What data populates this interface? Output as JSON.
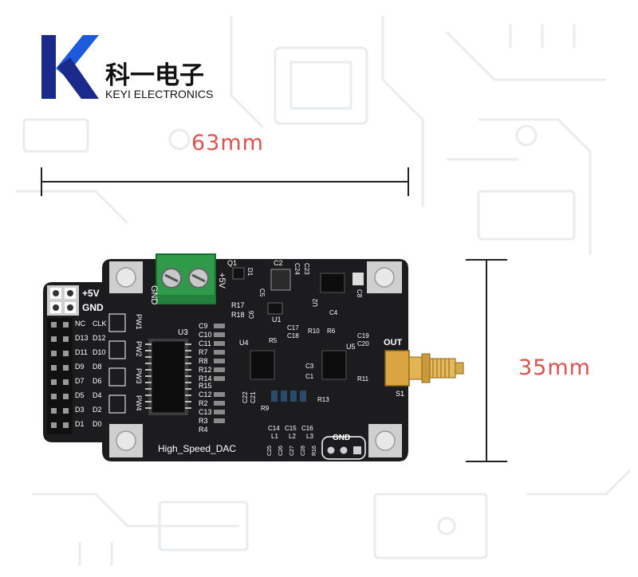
{
  "brand": {
    "name_cn": "科一电子",
    "name_en": "KEYI ELECTRONICS",
    "accent_color": "#1a2a8a",
    "accent_color_2": "#1e5adc"
  },
  "dimensions": {
    "width_label": "63mm",
    "height_label": "35mm",
    "label_color": "#d9534f"
  },
  "board": {
    "title": "High_Speed_DAC",
    "power_labels": [
      "+5V",
      "GND"
    ],
    "terminal_labels": [
      "GND",
      "+5V"
    ],
    "output_label": "OUT",
    "output_ref": "S1",
    "ground_header_label": "GND",
    "header_rows": [
      [
        "NC",
        "CLK"
      ],
      [
        "D13",
        "D12"
      ],
      [
        "D11",
        "D10"
      ],
      [
        "D9",
        "D8"
      ],
      [
        "D7",
        "D6"
      ],
      [
        "D5",
        "D4"
      ],
      [
        "D3",
        "D2"
      ],
      [
        "D1",
        "D0"
      ]
    ],
    "pw_labels": [
      "PW1",
      "PW2",
      "PW3",
      "PW4"
    ],
    "chips": [
      "U3",
      "U4",
      "U5",
      "U1",
      "U2"
    ],
    "left_column_refs": [
      "C9",
      "C10",
      "C11",
      "R7",
      "R8",
      "R12",
      "R14",
      "R15",
      "C12",
      "R2",
      "C13",
      "R3",
      "R4"
    ],
    "top_refs": [
      "Q1",
      "C2",
      "C24",
      "C23",
      "R17",
      "R18",
      "C6",
      "D1",
      "C5",
      "C4",
      "C8",
      "C17",
      "C18",
      "R10",
      "R6",
      "R5",
      "C19",
      "C20",
      "C3",
      "C1",
      "R11",
      "C22",
      "C21",
      "R9",
      "R13"
    ],
    "bottom_refs": [
      "C14",
      "C15",
      "C16",
      "L1",
      "L2",
      "L3",
      "C25",
      "C26",
      "C27",
      "C28",
      "R16"
    ]
  }
}
